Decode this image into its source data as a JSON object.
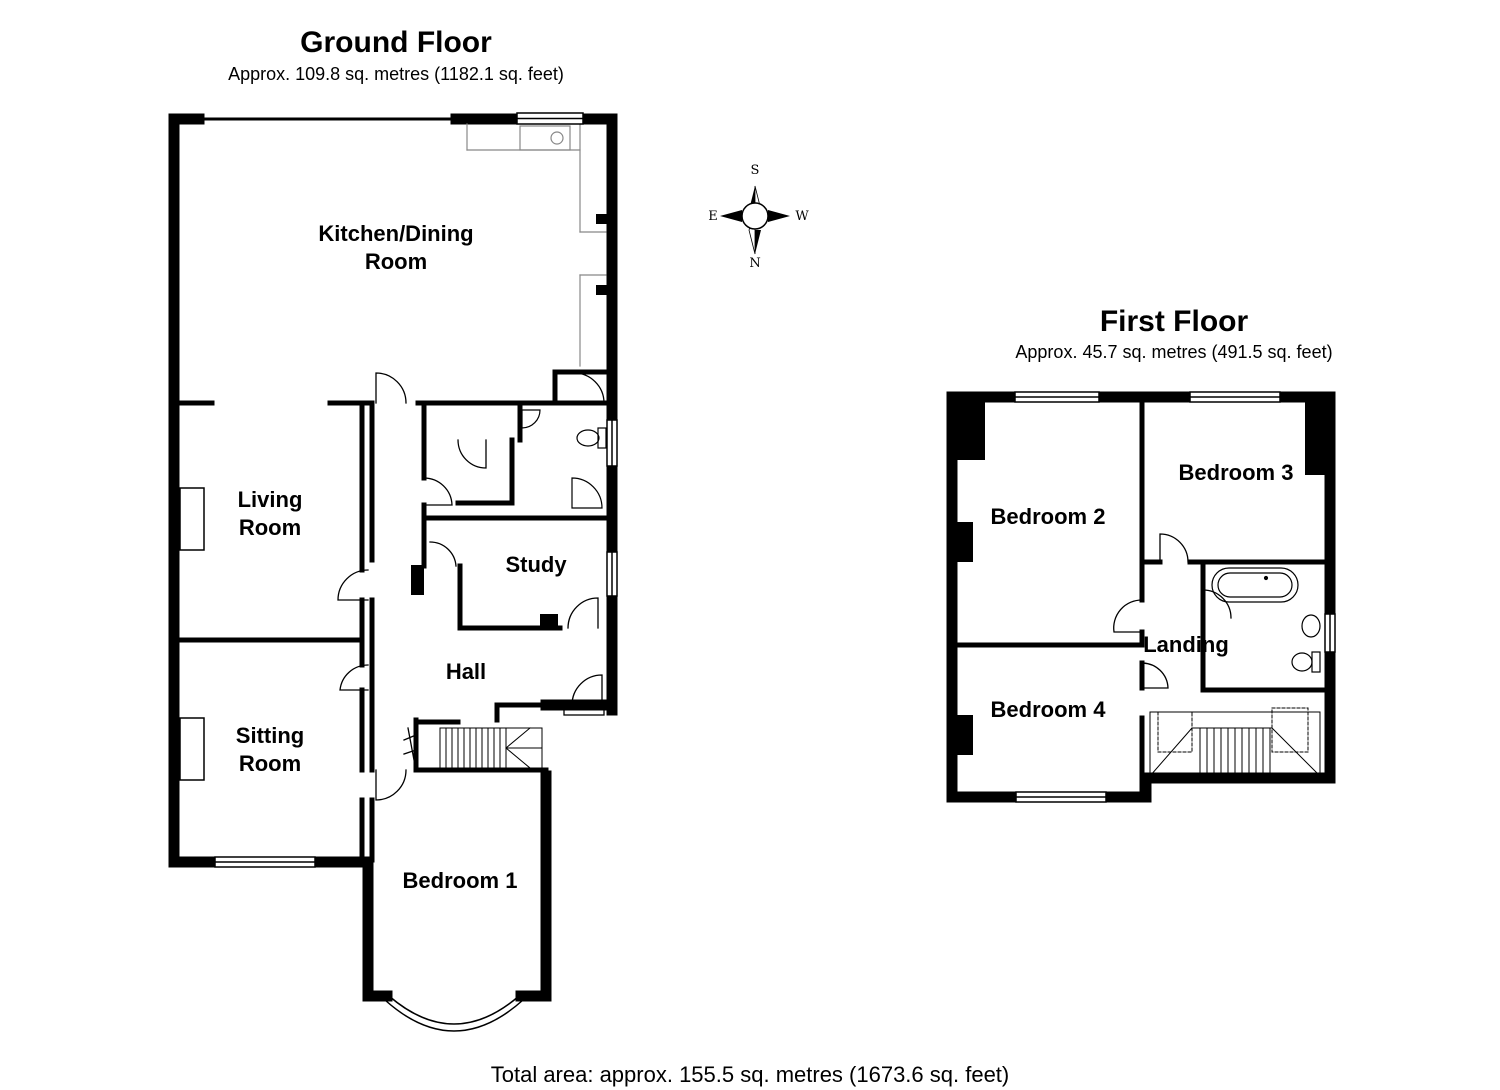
{
  "ground_floor": {
    "title": "Ground Floor",
    "area": "Approx. 109.8 sq. metres (1182.1 sq. feet)",
    "rooms": {
      "kitchen_line1": "Kitchen/Dining",
      "kitchen_line2": "Room",
      "living_line1": "Living",
      "living_line2": "Room",
      "sitting_line1": "Sitting",
      "sitting_line2": "Room",
      "study": "Study",
      "hall": "Hall",
      "bedroom1": "Bedroom 1"
    }
  },
  "first_floor": {
    "title": "First Floor",
    "area": "Approx.  45.7 sq. metres (491.5 sq. feet)",
    "rooms": {
      "bedroom2": "Bedroom 2",
      "bedroom3": "Bedroom 3",
      "bedroom4": "Bedroom 4",
      "landing": "Landing"
    }
  },
  "compass": {
    "n": "N",
    "s": "S",
    "e": "E",
    "w": "W"
  },
  "total_area": "Total area: approx. 155.5 sq. metres (1673.6 sq. feet)"
}
